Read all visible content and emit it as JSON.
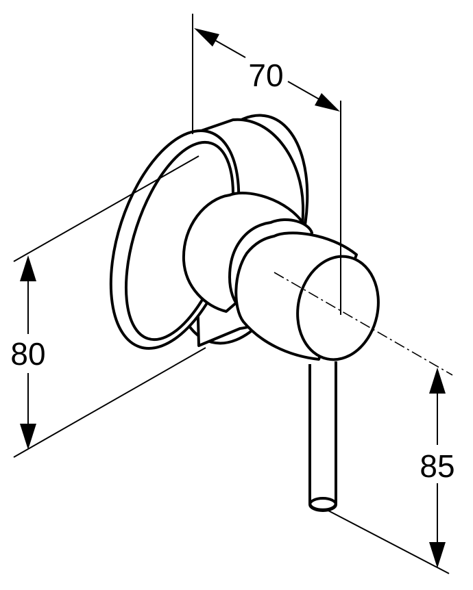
{
  "dimensions": {
    "depth_label": "70",
    "height_label": "80",
    "lever_label": "85"
  },
  "colors": {
    "line": "#000000",
    "background": "#ffffff"
  }
}
